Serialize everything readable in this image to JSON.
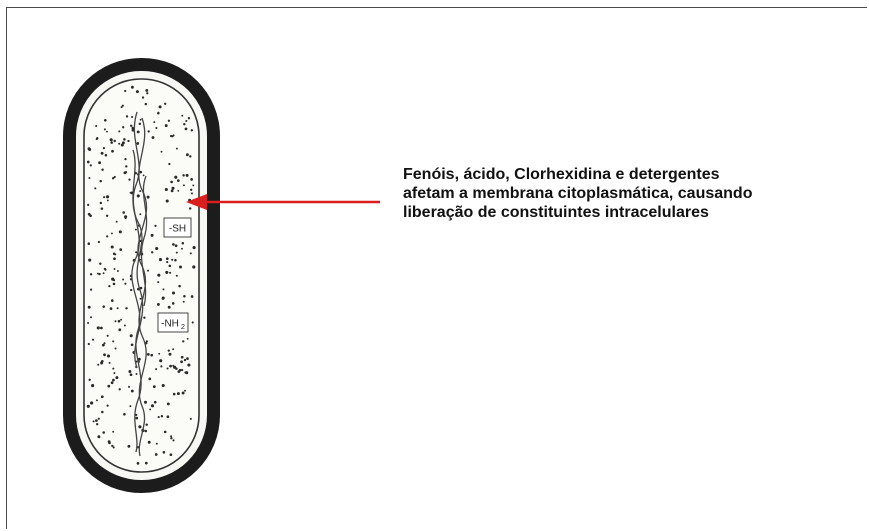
{
  "annotation": {
    "lines": [
      "Fenóis, ácido, Clorhexidina e detergentes",
      "afetam a membrana citoplasmática, causando",
      "liberação de constituintes intracelulares"
    ],
    "arrow_color": "#d81e1e"
  },
  "cell_labels": {
    "sulfhydryl": "-SH",
    "amino": "-NH",
    "amino_subscript": "2"
  },
  "colors": {
    "cell_wall": "#1c1c1c",
    "membrane": "#333333",
    "cytoplasm_dots": "#2a2a2a",
    "nucleoid": "#444444"
  },
  "icons": {
    "cell": "bacterial-cell-illustration",
    "arrow": "left-pointing-arrow"
  }
}
